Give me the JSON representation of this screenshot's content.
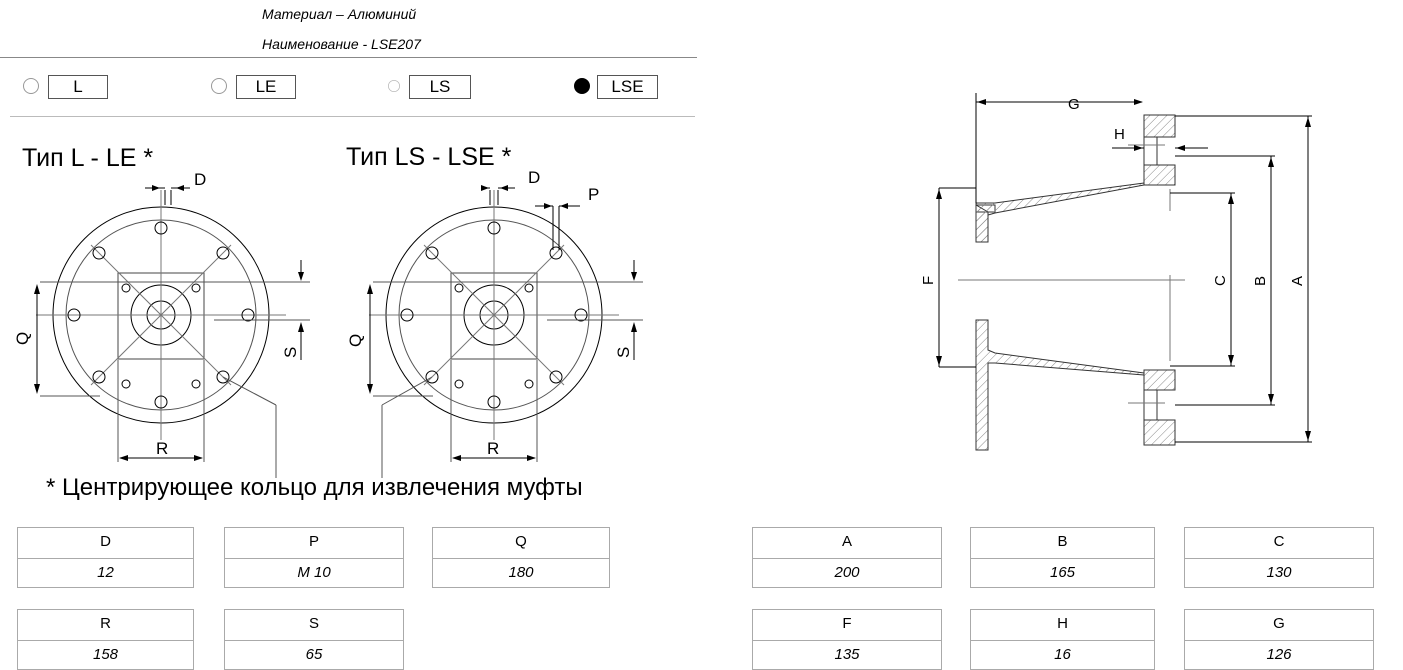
{
  "header": {
    "material": "Материал – Алюминий",
    "name": "Наименование - LSE207"
  },
  "options": [
    {
      "label": "L",
      "selected": false
    },
    {
      "label": "LE",
      "selected": false
    },
    {
      "label": "LS",
      "selected": false
    },
    {
      "label": "LSE",
      "selected": true
    }
  ],
  "left_view": {
    "title": "Тип L - LE *",
    "labels": {
      "d": "D",
      "q": "Q",
      "r": "R",
      "s": "S"
    }
  },
  "right_view": {
    "title": "Тип LS - LSE *",
    "labels": {
      "d": "D",
      "p": "P",
      "q": "Q",
      "r": "R",
      "s": "S"
    }
  },
  "footnote": "* Центрирующее кольцо для извлечения муфты",
  "section_view": {
    "labels": {
      "g": "G",
      "h": "H",
      "f": "F",
      "c": "C",
      "b": "B",
      "a": "A"
    }
  },
  "dimensions_left": [
    {
      "name": "D",
      "value": "12"
    },
    {
      "name": "P",
      "value": "M 10"
    },
    {
      "name": "Q",
      "value": "180"
    },
    {
      "name": "R",
      "value": "158"
    },
    {
      "name": "S",
      "value": "65"
    }
  ],
  "dimensions_right": [
    {
      "name": "A",
      "value": "200"
    },
    {
      "name": "B",
      "value": "165"
    },
    {
      "name": "C",
      "value": "130"
    },
    {
      "name": "F",
      "value": "135"
    },
    {
      "name": "H",
      "value": "16"
    },
    {
      "name": "G",
      "value": "126"
    }
  ],
  "colors": {
    "line": "#000000",
    "hatch": "#888888",
    "border": "#aaaaaa"
  }
}
